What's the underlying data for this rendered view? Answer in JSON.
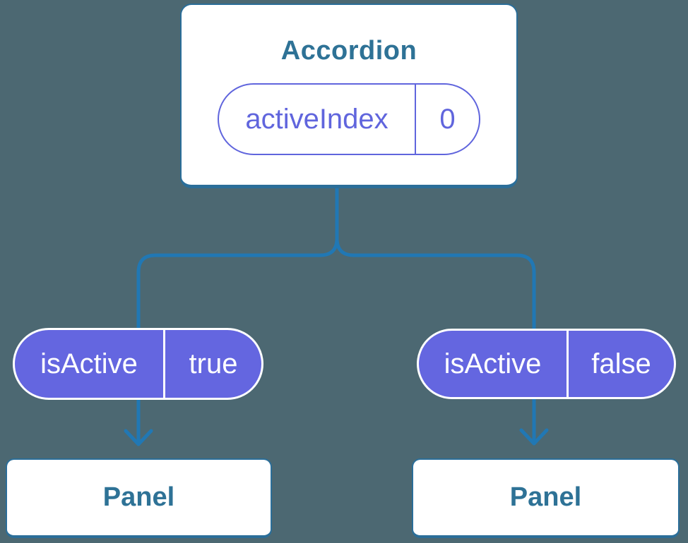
{
  "colors": {
    "background": "#4c6872",
    "box_border": "#2b6e99",
    "box_text": "#2e7296",
    "connector": "#2178b4",
    "prop_pill_fill": "#6466e0",
    "prop_pill_text": "#ffffff",
    "state_pill_accent": "#6065dd"
  },
  "root_component": {
    "title": "Accordion",
    "state": {
      "name": "activeIndex",
      "value": "0"
    }
  },
  "children": [
    {
      "prop": {
        "name": "isActive",
        "value": "true"
      },
      "panel": {
        "label": "Panel"
      }
    },
    {
      "prop": {
        "name": "isActive",
        "value": "false"
      },
      "panel": {
        "label": "Panel"
      }
    }
  ]
}
